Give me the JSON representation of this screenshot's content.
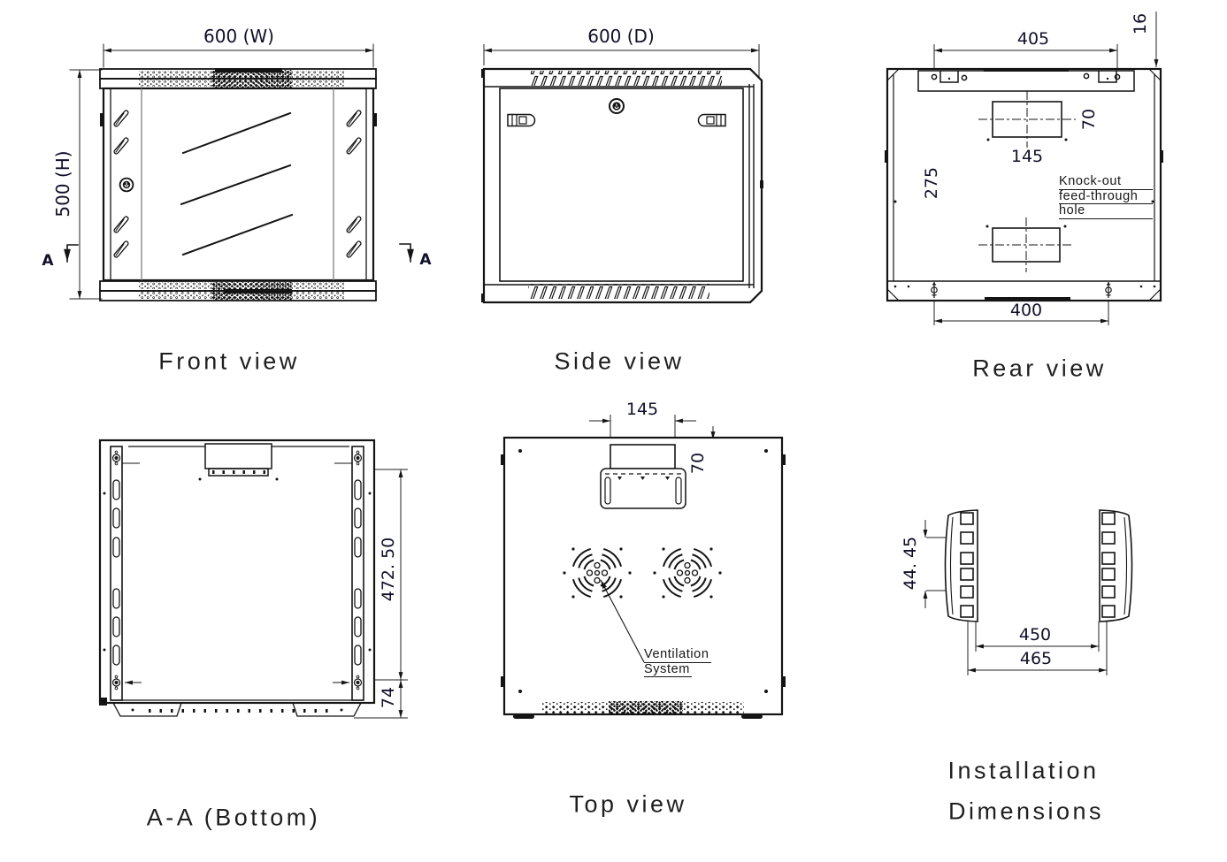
{
  "page": {
    "background": "#ffffff"
  },
  "colors": {
    "line": "#141414",
    "dim_text": "#10102a",
    "label_text": "#1f1f1f"
  },
  "views": {
    "front": {
      "label": "Front view",
      "dim_width": "600 (W)",
      "dim_height": "500 (H)",
      "section_marker_left": "A",
      "section_marker_right": "A"
    },
    "side": {
      "label": "Side view",
      "dim_depth": "600 (D)"
    },
    "rear": {
      "label": "Rear view",
      "dim_mount_top": "405",
      "dim_bracket_offset": "16",
      "dim_knockout_h": "70",
      "dim_knockout_w": "145",
      "dim_knockout_gap": "275",
      "dim_mount_bottom": "400",
      "annotation": [
        "Knock-out",
        "feed-through",
        "hole"
      ]
    },
    "bottom": {
      "label": "A-A (Bottom)",
      "dim_depth": "472. 50",
      "dim_front": "74"
    },
    "top": {
      "label": "Top view",
      "dim_knockout_w": "145",
      "dim_knockout_h": "70",
      "annotation": [
        "Ventilation",
        "System"
      ]
    },
    "installation": {
      "label": [
        "Installation",
        "Dimensions"
      ],
      "dim_hole_pitch": "44. 45",
      "dim_inner": "450",
      "dim_outer": "465"
    }
  }
}
